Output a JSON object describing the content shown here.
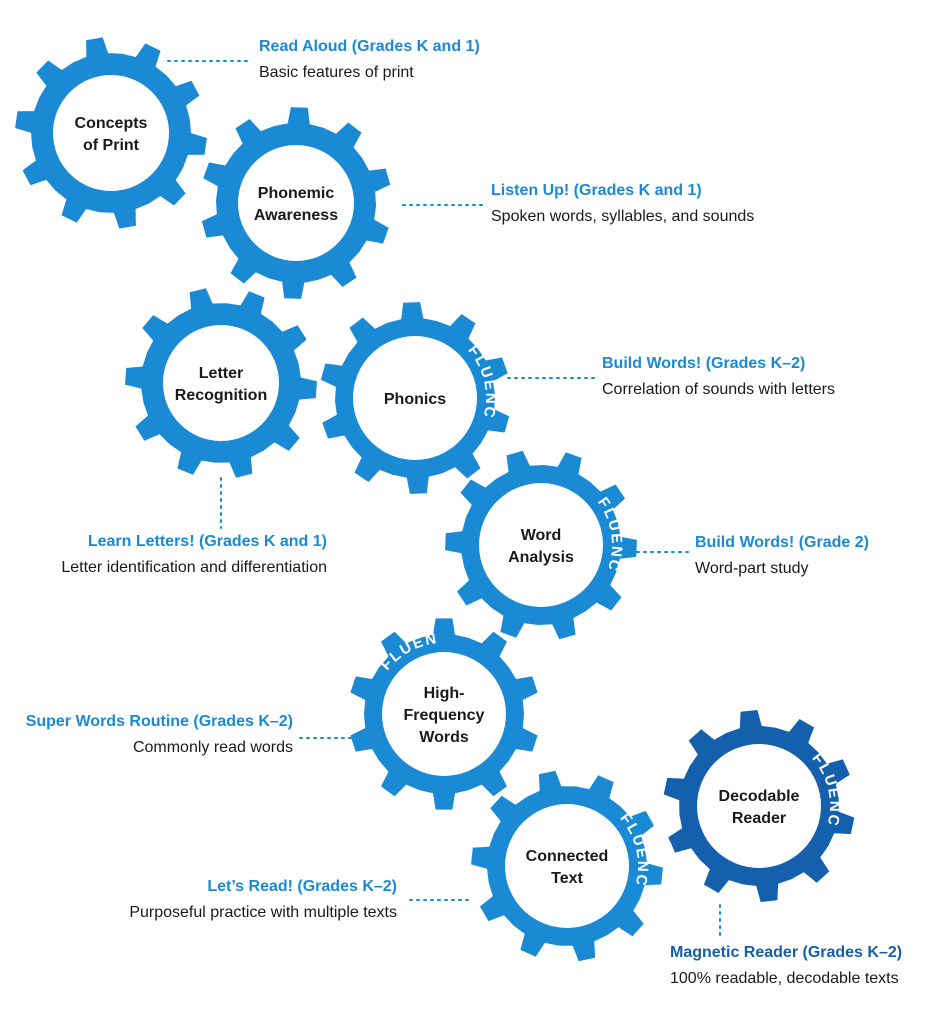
{
  "colors": {
    "gear": "#1b8ad4",
    "gear_dark": "#1560ac",
    "title": "#1b8ad4",
    "title_dark": "#155fa8",
    "dots": "#1b8ad4"
  },
  "fluency_label": "FLUENCY",
  "gears": [
    {
      "id": "concepts-of-print",
      "lines": [
        "Concepts",
        "of Print"
      ],
      "fluency": false,
      "dark": false
    },
    {
      "id": "phonemic-awareness",
      "lines": [
        "Phonemic",
        "Awareness"
      ],
      "fluency": false,
      "dark": false
    },
    {
      "id": "letter-recognition",
      "lines": [
        "Letter",
        "Recognition"
      ],
      "fluency": false,
      "dark": false
    },
    {
      "id": "phonics",
      "lines": [
        "Phonics"
      ],
      "fluency": true,
      "dark": false
    },
    {
      "id": "word-analysis",
      "lines": [
        "Word",
        "Analysis"
      ],
      "fluency": true,
      "dark": false
    },
    {
      "id": "high-frequency-words",
      "lines": [
        "High-",
        "Frequency",
        "Words"
      ],
      "fluency": true,
      "dark": false
    },
    {
      "id": "connected-text",
      "lines": [
        "Connected",
        "Text"
      ],
      "fluency": true,
      "dark": false
    },
    {
      "id": "decodable-reader",
      "lines": [
        "Decodable",
        "Reader"
      ],
      "fluency": true,
      "dark": true
    }
  ],
  "callouts": {
    "read_aloud": {
      "title": "Read Aloud (Grades K and 1)",
      "desc": "Basic features of print"
    },
    "listen_up": {
      "title": "Listen Up! (Grades K and 1)",
      "desc": "Spoken words, syllables, and sounds"
    },
    "build_words_k2": {
      "title": "Build Words! (Grades K–2)",
      "desc": "Correlation of sounds with letters"
    },
    "learn_letters": {
      "title": "Learn Letters! (Grades K and 1)",
      "desc": "Letter identification and differentiation"
    },
    "build_words_2": {
      "title": "Build Words! (Grade 2)",
      "desc": "Word-part study"
    },
    "super_words": {
      "title": "Super Words Routine (Grades K–2)",
      "desc": "Commonly read words"
    },
    "lets_read": {
      "title": "Let’s Read! (Grades K–2)",
      "desc": "Purposeful practice with multiple texts"
    },
    "magnetic_reader": {
      "title": "Magnetic Reader (Grades K–2)",
      "desc": "100% readable, decodable texts"
    }
  }
}
